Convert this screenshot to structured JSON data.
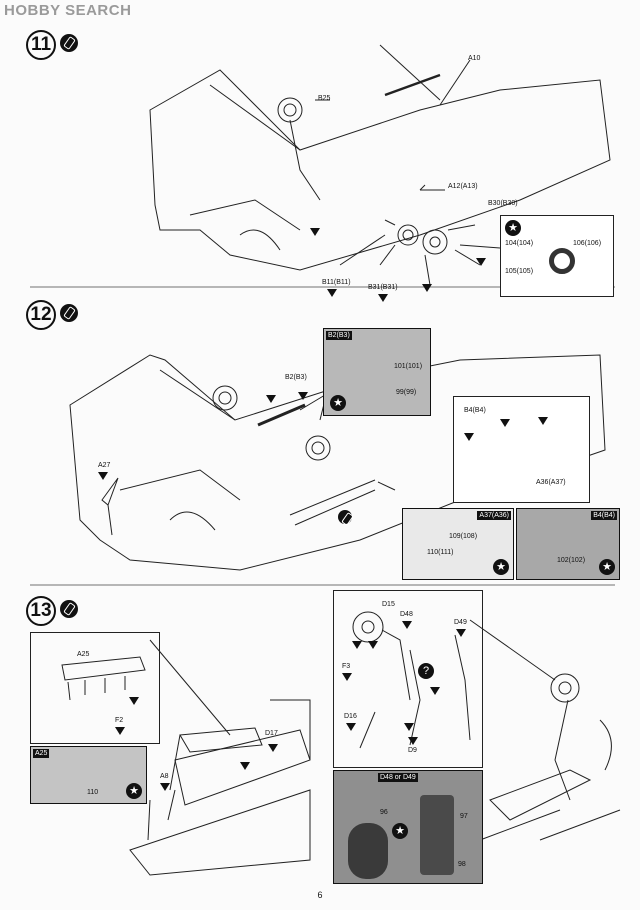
{
  "watermark": "HOBBY SEARCH",
  "page_number": "6",
  "steps": [
    {
      "number": "11"
    },
    {
      "number": "12"
    },
    {
      "number": "13"
    }
  ],
  "step11": {
    "labels": {
      "a10": "A10",
      "b25": "B25",
      "a12": "A12(A13)",
      "b30": "B30(B30)",
      "b11": "B11(B11)",
      "b31": "B31(B31)"
    },
    "inset": {
      "l104": "104(104)",
      "l106": "106(106)",
      "l105": "105(105)"
    }
  },
  "step12": {
    "labels": {
      "b2": "B2(B3)",
      "a27": "A27",
      "b4": "B4(B4)",
      "a36": "A36(A37)"
    },
    "photo_top": {
      "tag": "B2(B3)",
      "l101": "101(101)",
      "l99": "99(99)"
    },
    "photo_left": {
      "tag": "A37(A36)",
      "l109": "109(108)",
      "l110": "110(111)"
    },
    "photo_right": {
      "tag": "B4(B4)",
      "l102": "102(102)"
    }
  },
  "step13": {
    "labels": {
      "a25": "A25",
      "f2": "F2",
      "d17": "D17",
      "a8": "A8",
      "d15": "D15",
      "d48": "D48",
      "d49": "D49",
      "f3": "F3",
      "d16": "D16",
      "d9": "D9"
    },
    "photo_left": {
      "tag": "A25",
      "l110": "110"
    },
    "photo_right": {
      "tag": "D48 or D49",
      "l96": "96",
      "l97": "97",
      "l98": "98"
    }
  },
  "colors": {
    "ink": "#111111",
    "photo_bg": "#b8b8b8",
    "paper": "#fbfbfb"
  }
}
